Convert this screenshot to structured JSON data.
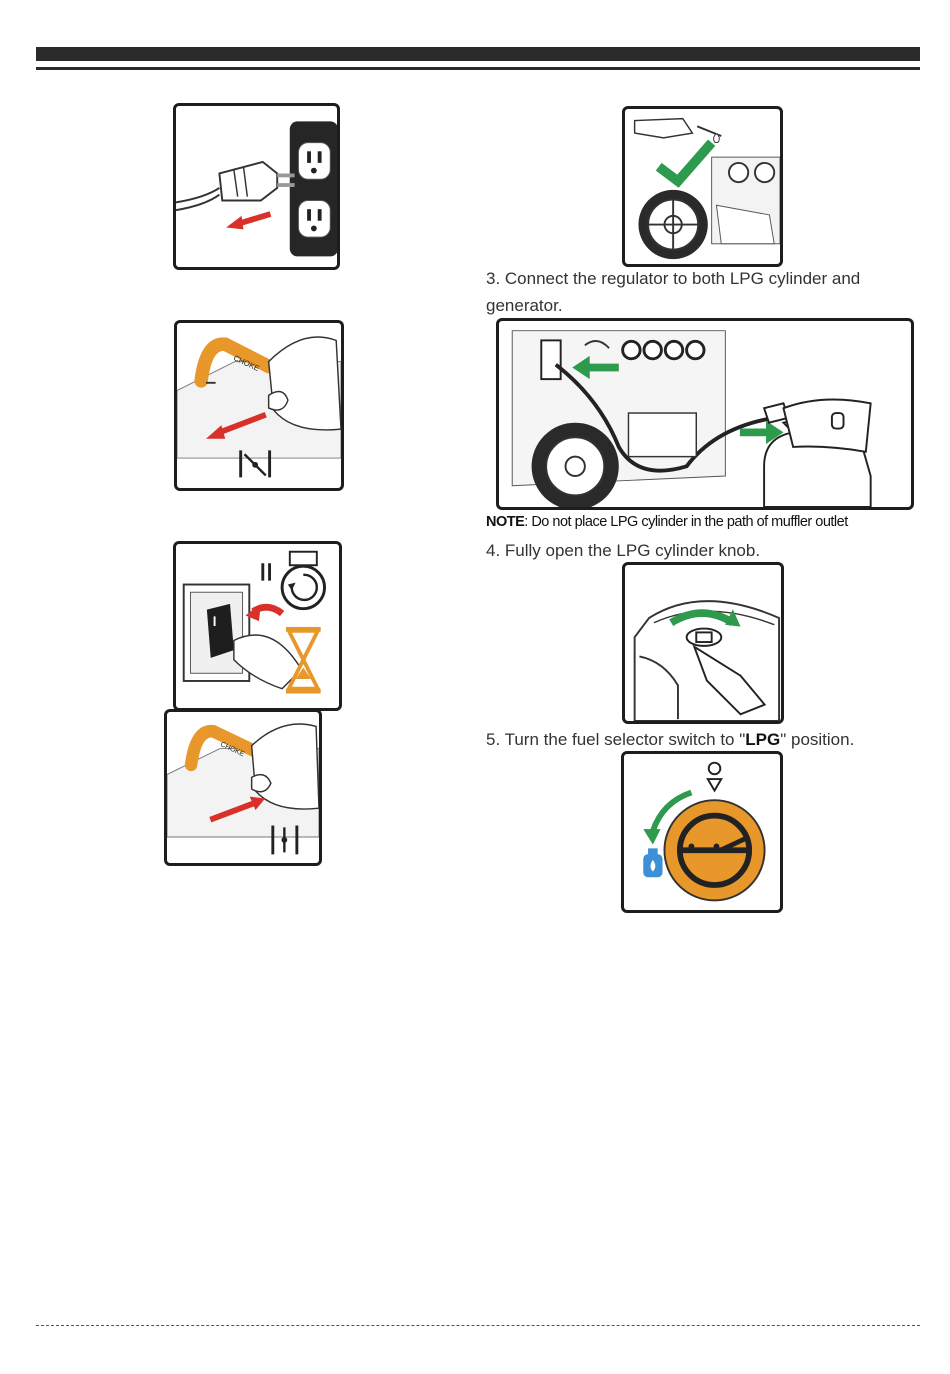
{
  "steps": {
    "step3": "3. Connect the regulator to both LPG cylinder and generator.",
    "note_label": "NOTE",
    "note_text": ":  Do not place LPG cylinder in the path of muffler outlet",
    "step4": "4. Fully open the LPG  cylinder knob.",
    "step5_prefix": "5. Turn the fuel selector switch to \"",
    "step5_bold": "LPG",
    "step5_suffix": "\" position."
  },
  "illustrations": {
    "choke_label": "CHOKE"
  },
  "colors": {
    "arrow_red": "#d9302a",
    "arrow_green": "#2e9a4e",
    "choke_orange": "#f0a21e",
    "selector_orange": "#e8982b",
    "lpg_blue": "#3d8fd6"
  }
}
